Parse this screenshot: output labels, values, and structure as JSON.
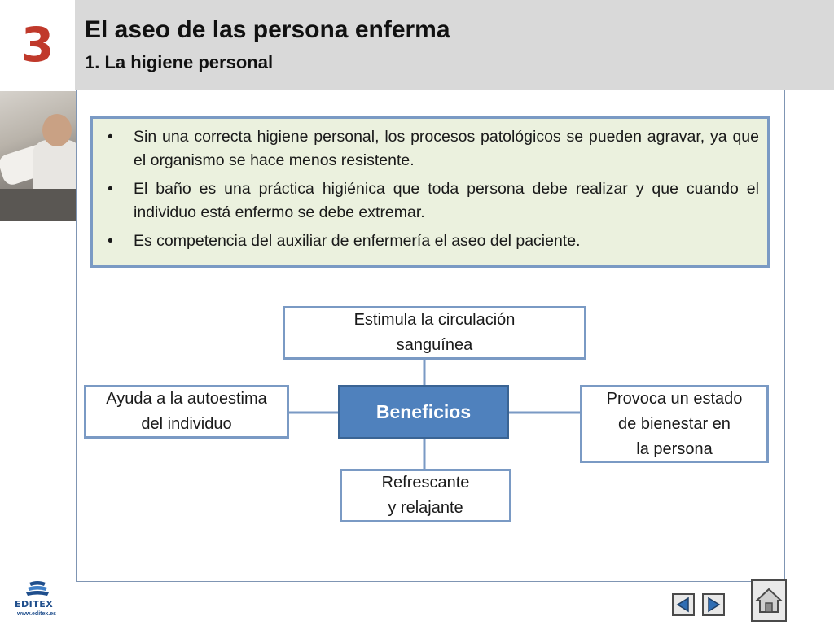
{
  "chapter": {
    "number": "3",
    "color": "#c0392b"
  },
  "header": {
    "title": "El aseo de las persona enferma",
    "subtitle": "1. La higiene personal",
    "background": "#d9d9d9"
  },
  "bullets": {
    "marker": "•",
    "items": [
      "Sin una correcta higiene personal, los procesos patológicos se pueden agravar, ya que el organismo se hace menos resistente.",
      "El baño es una práctica higiénica que toda persona debe realizar y que cuando el individuo está enfermo se debe extremar.",
      "Es competencia del auxiliar de enfermería el aseo del paciente."
    ],
    "background": "#ebf1de",
    "border": "#7a9ac4"
  },
  "diagram": {
    "center": "Beneficios",
    "center_color": "#4f81bd",
    "top": "Estimula la circulación\nsanguínea",
    "left": "Ayuda a la autoestima\ndel individuo",
    "right": "Provoca un estado\nde bienestar en\n la persona",
    "bottom": "Refrescante\n y relajante",
    "connector_color": "#7a9ac4"
  },
  "footer": {
    "logo_name": "EDITEX",
    "logo_url": "www.editex.es",
    "prev_icon": "triangle-left-icon",
    "next_icon": "triangle-right-icon",
    "home_icon": "home-icon"
  }
}
